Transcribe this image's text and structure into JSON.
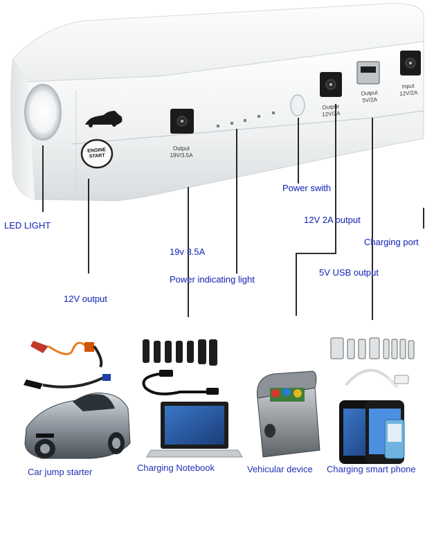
{
  "device": {
    "output_19v": "Output\n19V/3.5A",
    "output_12v": "Output\n12V/2A",
    "output_5v": "Output\n5V/2A",
    "input_12v": "Input\n12V/2A",
    "engine_start": "ENGINE START"
  },
  "callouts": {
    "led_light": "LED LIGHT",
    "power_switch": "Power swith",
    "output_12v_2a": "12V 2A output",
    "charging_port": "Charging port",
    "output_19v_35a": "19v 3.5A",
    "power_indicating_light": "Power indicating light",
    "usb_output": "5V USB output",
    "output_12v": "12V output"
  },
  "captions": {
    "car": "Car jump starter",
    "notebook": "Charging Notebook",
    "vehicular": "Vehicular device",
    "phone": "Charging smart phone"
  },
  "colors": {
    "label_blue": "#1f2fb4",
    "device_white": "#f4f5f5"
  }
}
